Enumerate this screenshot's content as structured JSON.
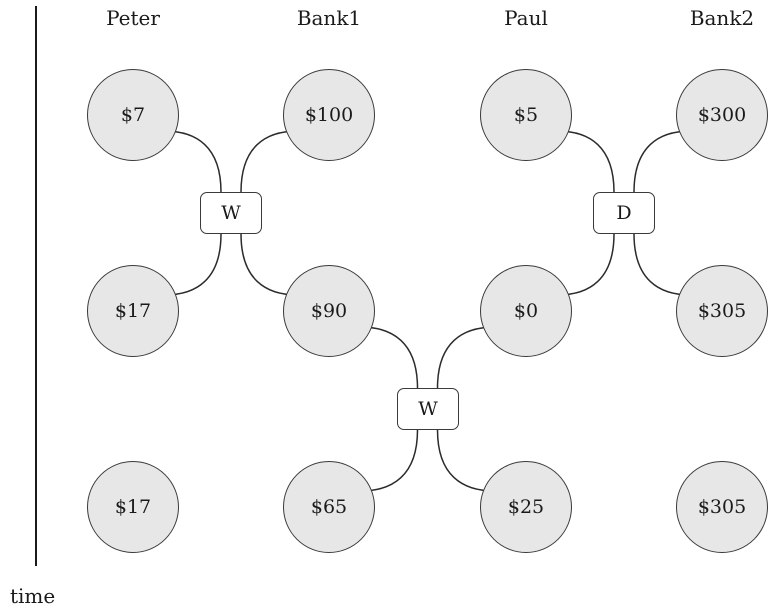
{
  "columns": [
    "Peter",
    "Bank1",
    "Paul",
    "Bank2"
  ],
  "time_label": "time",
  "rows": [
    [
      "$7",
      "$100",
      "$5",
      "$300"
    ],
    [
      "$17",
      "$90",
      "$0",
      "$305"
    ],
    [
      "$17",
      "$65",
      "$25",
      "$305"
    ]
  ],
  "operations": [
    {
      "label": "W",
      "between_rows": [
        0,
        1
      ],
      "columns": [
        0,
        1
      ]
    },
    {
      "label": "D",
      "between_rows": [
        0,
        1
      ],
      "columns": [
        2,
        3
      ]
    },
    {
      "label": "W",
      "between_rows": [
        1,
        2
      ],
      "columns": [
        1,
        2
      ]
    }
  ]
}
